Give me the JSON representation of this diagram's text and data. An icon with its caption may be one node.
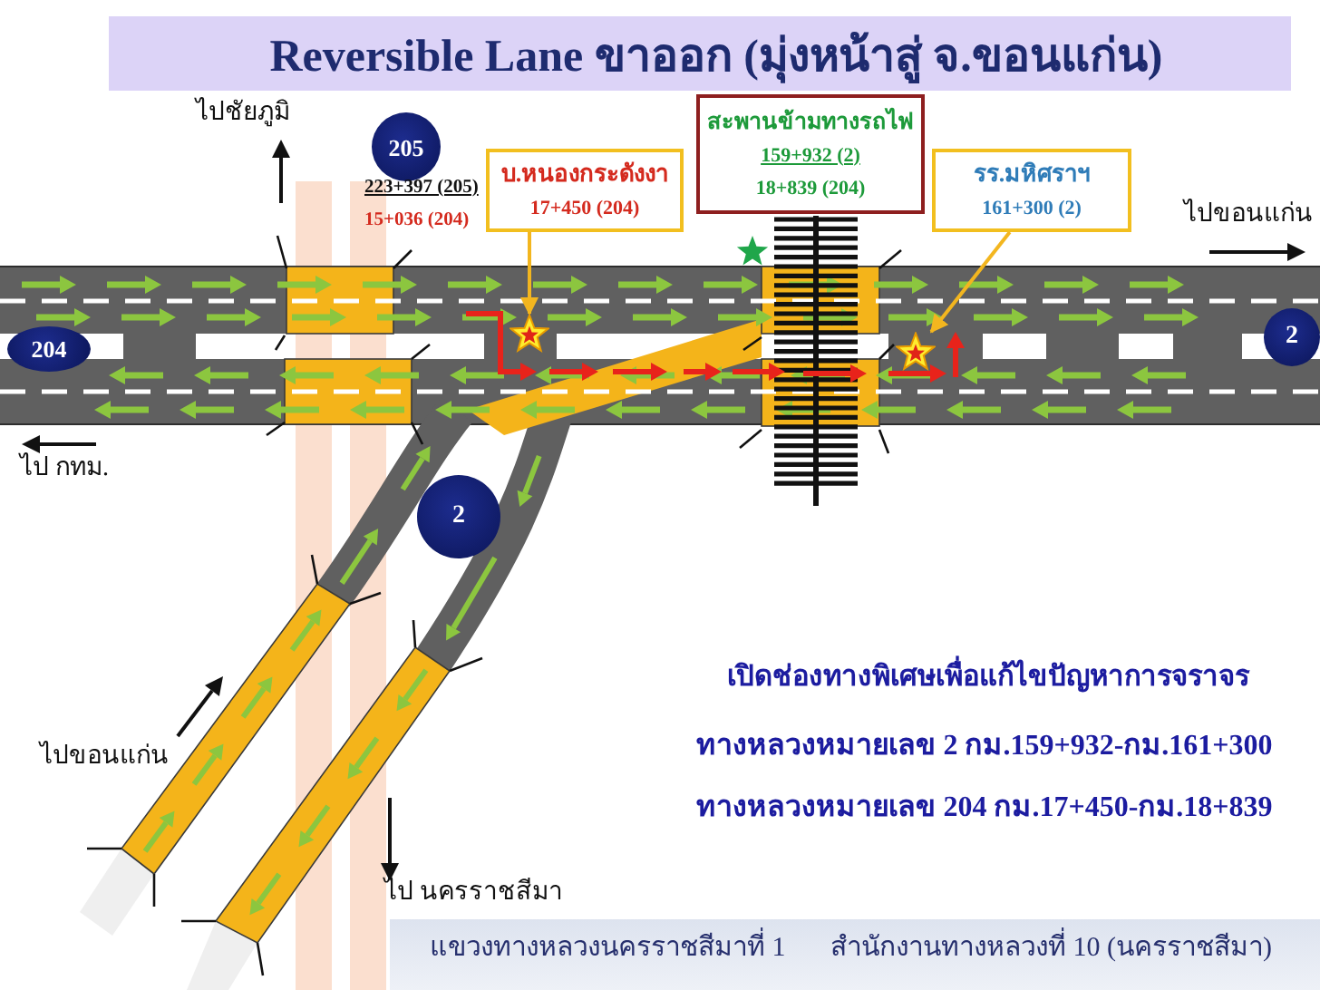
{
  "diagram": {
    "title": "Reversible Lane ขาออก (มุ่งหน้าสู่ จ.ขอนแก่น)",
    "nodes": [
      {
        "text": [
          "205"
        ]
      },
      {
        "text": [
          "บ.หนองกระดังงา",
          "17+450 (204)"
        ]
      },
      {
        "text": [
          "สะพานข้ามทางรถไฟ",
          "159+932 (2)",
          "18+839 (204)"
        ]
      },
      {
        "text": [
          "รร.มหิศราฯ",
          "161+300 (2)"
        ]
      },
      {
        "text": [
          "204"
        ]
      },
      {
        "text": [],
        "shape": "star"
      },
      {
        "text": [],
        "shape": "star"
      },
      {
        "text": [
          "2"
        ]
      },
      {
        "text": [
          "2"
        ]
      }
    ],
    "edges": [
      {
        "from": 1,
        "to": 5,
        "arrow": "to"
      },
      {
        "from": 3,
        "to": 6,
        "arrow": "to"
      }
    ],
    "labels": [
      "ไปชัยภูมิ",
      "223+397 (205)",
      "15+036 (204)",
      "ไปขอนแก่น",
      "ไป กทม.",
      "ไปขอนแก่น",
      "ไป นครราชสีมา",
      "เปิดช่องทางพิเศษเพื่อแก้ไขปัญหาการจราจร",
      "ทางหลวงหมายเลข 2 กม.159+932-กม.161+300",
      "ทางหลวงหมายเลข 204 กม.17+450-กม.18+839",
      "แขวงทางหลวงนครราชสีมาที่ 1",
      "สำนักงานทางหลวงที่ 10 (นครราชสีมา)"
    ]
  }
}
